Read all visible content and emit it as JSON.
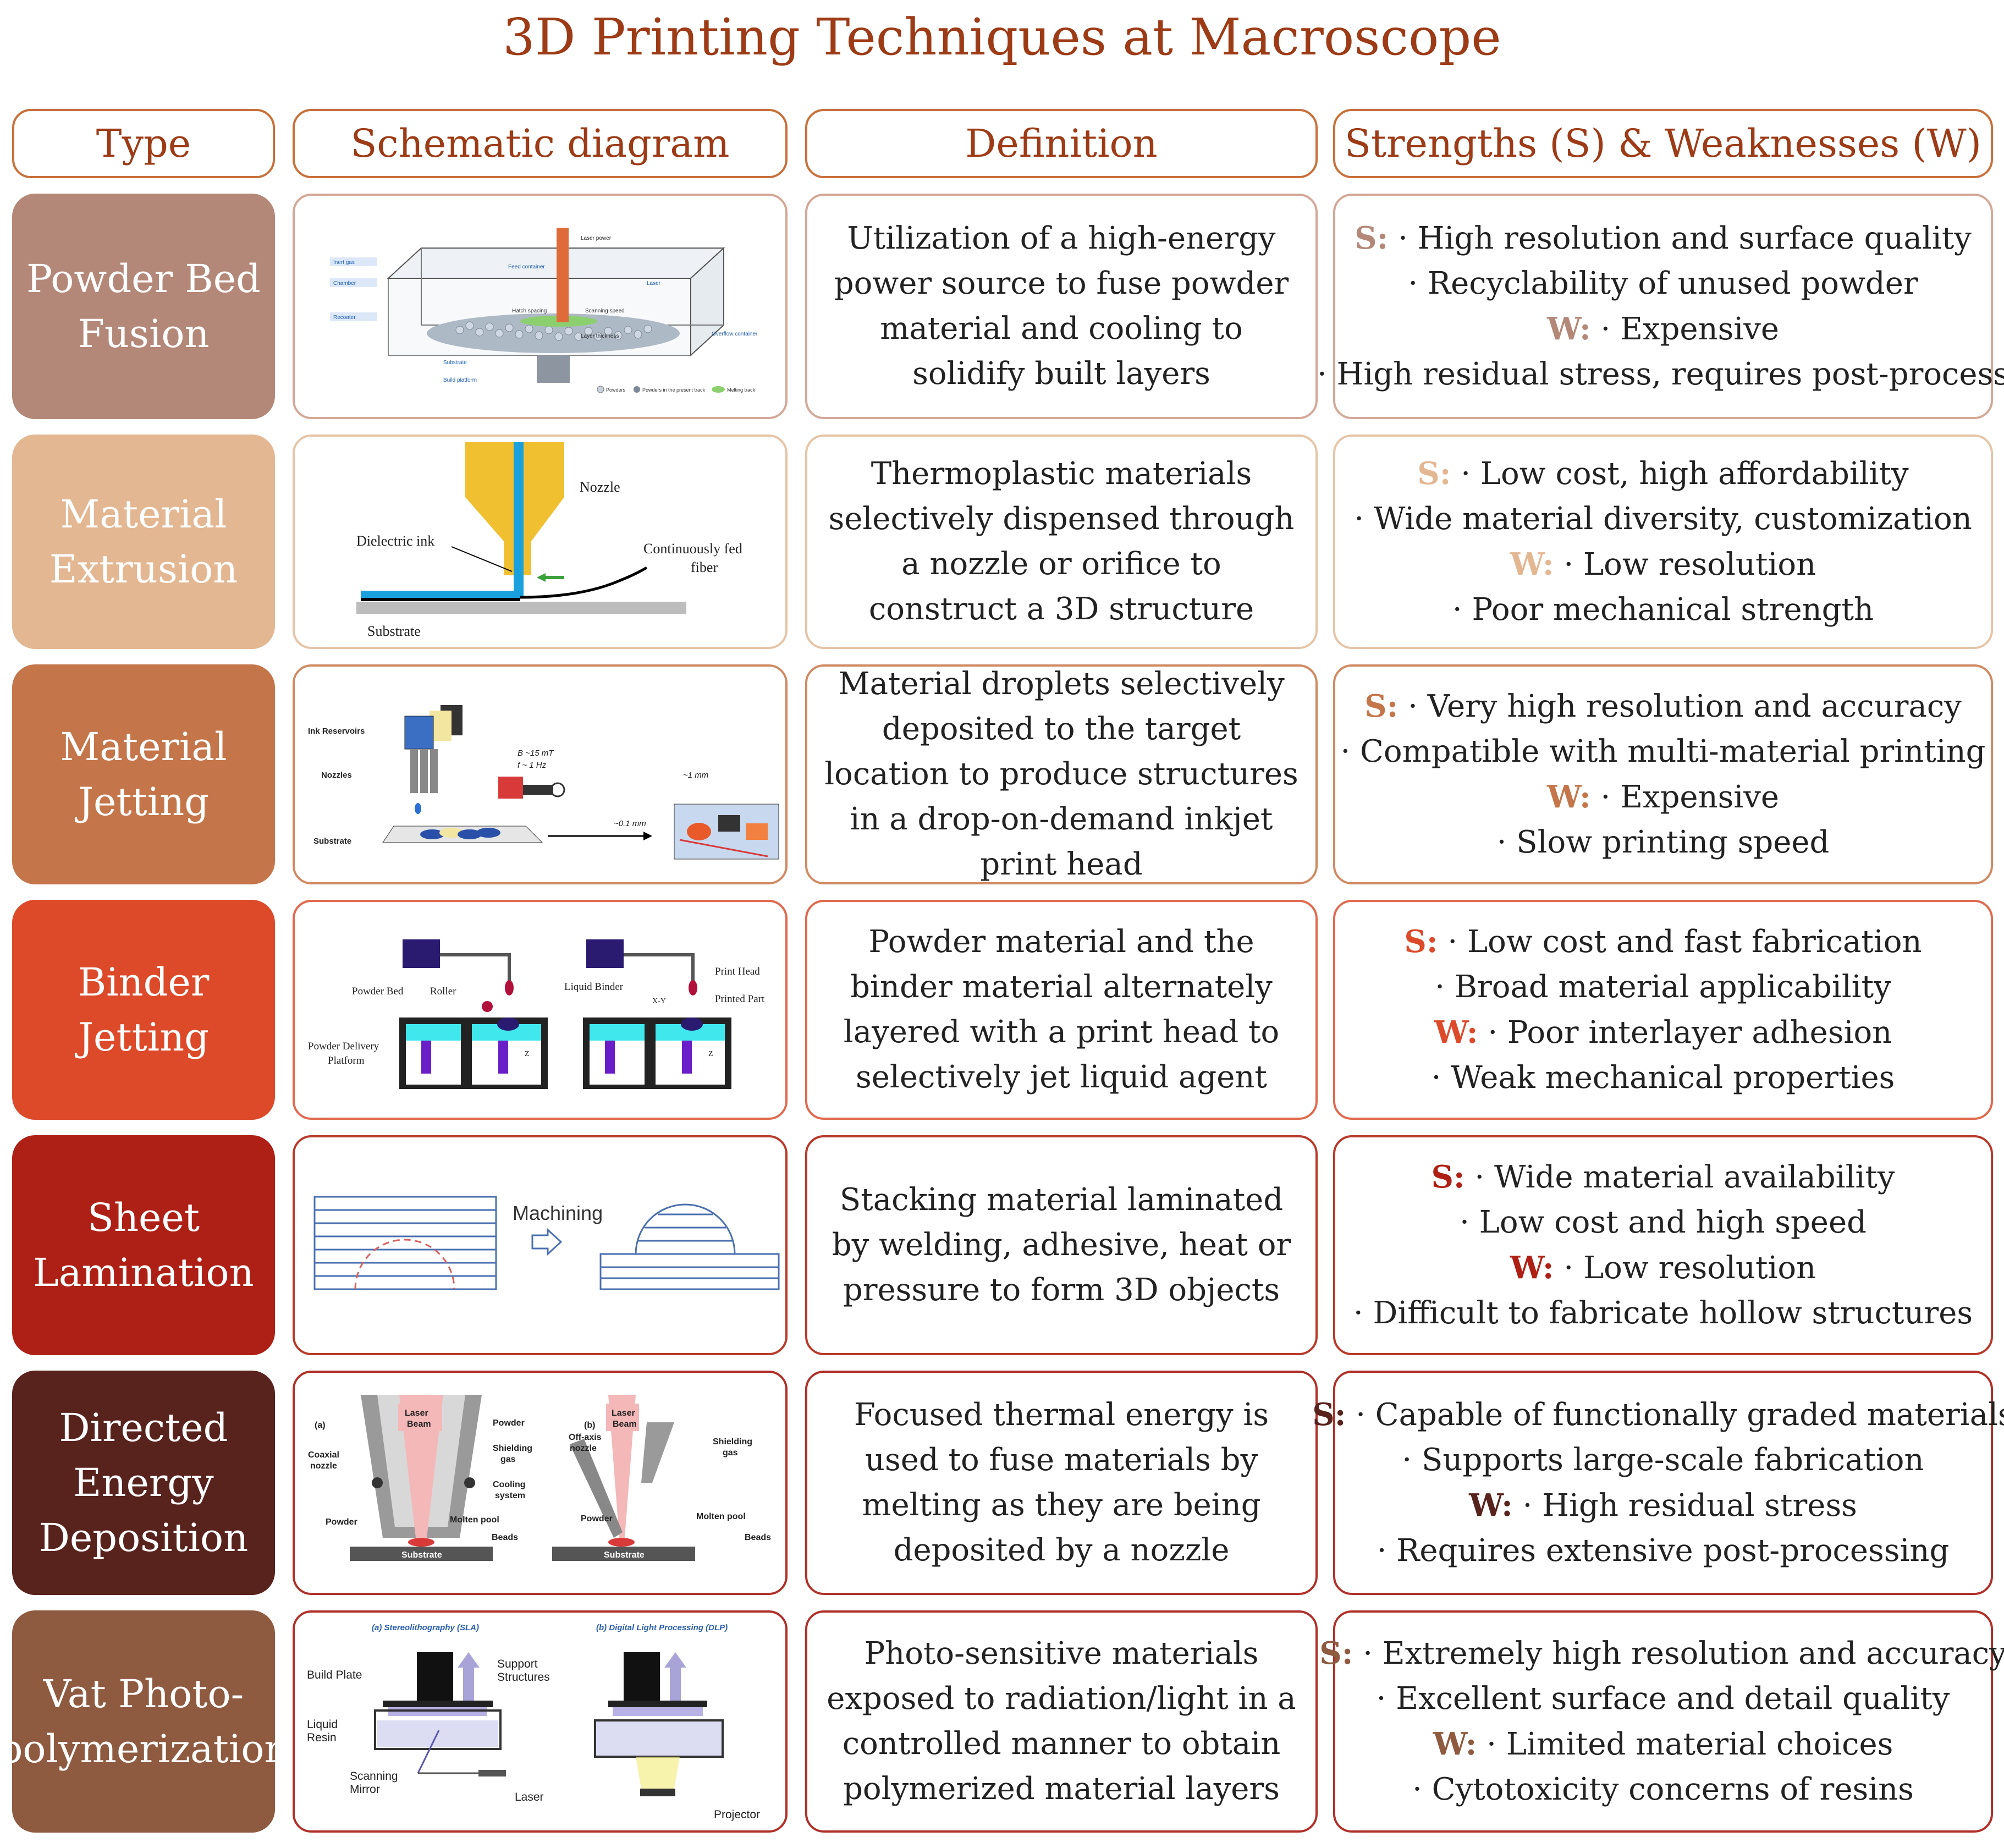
{
  "title": "3D Printing Techniques at Macroscope",
  "headers": [
    "Type",
    "Schematic diagram",
    "Definition",
    "Strengths (S) & Weaknesses (W)"
  ],
  "rows": [
    {
      "type": "Powder Bed Fusion",
      "color": "#b48878",
      "definition": "Utilization of a high-energy power source to fuse powder material and cooling to solidify built layers",
      "s_tag": "S:",
      "s1": "· High resolution and surface quality",
      "s2": "· Recyclability of unused powder",
      "w_tag": "W:",
      "w1": "· Expensive",
      "w2": "· High residual stress, requires post-process",
      "diagram": {
        "labels": [
          "Inert gas",
          "Chamber",
          "Recoater",
          "Laser power",
          "Feed container",
          "Laser",
          "Hatch spacing",
          "Scanning speed",
          "Layer thickness",
          "Overflow container",
          "Substrate",
          "Build platform",
          "Powders",
          "Powders in the present track",
          "Melting track"
        ]
      }
    },
    {
      "type": "Material Extrusion",
      "color": "#e3b792",
      "definition": "Thermoplastic materials selectively dispensed through a nozzle or orifice to construct a 3D structure",
      "s_tag": "S:",
      "s1": "· Low cost, high affordability",
      "s2": "· Wide material diversity,  customization",
      "w_tag": "W:",
      "w1": "· Low resolution",
      "w2": "· Poor mechanical strength",
      "diagram": {
        "labels": [
          "Nozzle",
          "Dielectric ink",
          "Continuously fed",
          "fiber",
          "Substrate"
        ]
      }
    },
    {
      "type": "Material Jetting",
      "color": "#c4764a",
      "definition": "Material droplets selectively deposited to the target location to produce structures in a drop-on-demand inkjet print head",
      "s_tag": "S:",
      "s1": "· Very high resolution and accuracy",
      "s2": "· Compatible with multi-material printing",
      "w_tag": "W:",
      "w1": "· Expensive",
      "w2": "· Slow printing speed",
      "diagram": {
        "labels": [
          "Ink Reservoirs",
          "Nozzles",
          "Substrate",
          "B ~15 mT",
          "f ~ 1 Hz",
          "~1 mm",
          "~0.1 mm"
        ]
      }
    },
    {
      "type": "Binder Jetting",
      "color": "#dc4a2a",
      "definition": "Powder material and the binder material alternately layered with a print head to selectively jet liquid agent",
      "s_tag": "S:",
      "s1": "· Low cost and fast fabrication",
      "s2": "· Broad material applicability",
      "w_tag": "W:",
      "w1": "· Poor interlayer adhesion",
      "w2": "· Weak mechanical properties",
      "diagram": {
        "labels": [
          "Powder Bed",
          "Roller",
          "Powder Delivery",
          "Platform",
          "Liquid Binder",
          "Print Head",
          "Printed Part",
          "X-Y",
          "Z",
          "Z"
        ]
      }
    },
    {
      "type": "Sheet Lamination",
      "color": "#ae2015",
      "definition": "Stacking material laminated by welding, adhesive, heat or pressure to form 3D objects",
      "s_tag": "S:",
      "s1": "· Wide material availability",
      "s2": "· Low cost and high speed",
      "w_tag": "W:",
      "w1": "· Low resolution",
      "w2": "· Difficult to fabricate hollow structures",
      "diagram": {
        "labels": [
          "Machining"
        ]
      }
    },
    {
      "type": "Directed Energy Deposition",
      "color": "#58221d",
      "definition": "Focused thermal energy is used to fuse materials by melting as they are being deposited by a nozzle",
      "s_tag": "S:",
      "s1": "· Capable of functionally graded materials",
      "s2": "· Supports large-scale fabrication",
      "w_tag": "W:",
      "w1": "· High residual stress",
      "w2": "· Requires extensive post-processing",
      "diagram": {
        "labels": [
          "(a)",
          "Laser",
          "Beam",
          "Powder",
          "Coaxial",
          "nozzle",
          "Shielding",
          "gas",
          "Cooling",
          "system",
          "Powder",
          "Molten pool",
          "Beads",
          "Substrate",
          "(b)",
          "Laser",
          "Beam",
          "Off-axis",
          "nozzle",
          "Shielding",
          "gas",
          "Powder",
          "Molten pool",
          "Beads",
          "Substrate"
        ]
      }
    },
    {
      "type": "Vat Photo-polymerization",
      "color": "#8e5a40",
      "definition": "Photo-sensitive materials exposed to radiation/light in a controlled manner to obtain polymerized material layers",
      "s_tag": "S:",
      "s1": "· Extremely high resolution and accuracy",
      "s2": "· Excellent surface and detail quality",
      "w_tag": "W:",
      "w1": "· Limited material choices",
      "w2": "· Cytotoxicity concerns of resins",
      "diagram": {
        "labels": [
          "(a) Stereolithography (SLA)",
          "(b) Digital Light Processing (DLP)",
          "Build Plate",
          "Support",
          "Structures",
          "Liquid",
          "Resin",
          "Scanning",
          "Mirror",
          "Laser",
          "Projector"
        ]
      }
    }
  ]
}
